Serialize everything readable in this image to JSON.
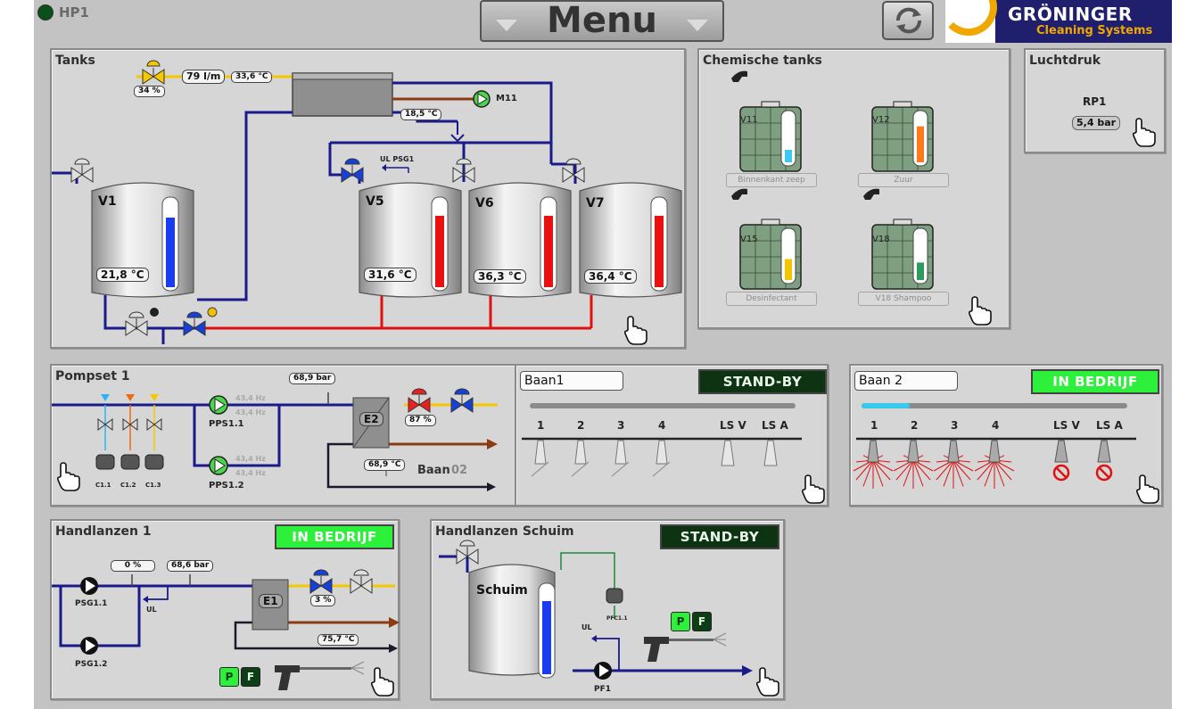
{
  "header": {
    "station": "HP1",
    "menu_label": "Menu",
    "brand_name": "GRÖNINGER",
    "brand_sub": "Cleaning Systems",
    "colors": {
      "menu_bg": "#a9a9a9",
      "brand_bg": "#1f1f6e",
      "brand_sub": "#f0a800",
      "status_led": "#0b4f1a"
    }
  },
  "tanks": {
    "title": "Tanks",
    "flow": "79 l/m",
    "inlet_temp": "33,6 °C",
    "valve_open": "34 %",
    "heat_temp": "18,5 °C",
    "pump_m11": "M11",
    "ul_label": "UL PSG1",
    "v1": {
      "name": "V1",
      "temp": "21,8 °C",
      "level": 0.8
    },
    "v5": {
      "name": "V5",
      "temp": "31,6 °C",
      "level": 0.78
    },
    "v6": {
      "name": "V6",
      "temp": "36,3 °C",
      "level": 0.78
    },
    "v7": {
      "name": "V7",
      "temp": "36,4 °C",
      "level": 0.78
    }
  },
  "chem": {
    "title": "Chemische tanks",
    "tanks": [
      {
        "id": "V11",
        "label": "Binnenkant zeep",
        "level": 0.25,
        "color": "#3ec9f2"
      },
      {
        "id": "V12",
        "label": "Zuur",
        "level": 0.72,
        "color": "#ff7a1a"
      },
      {
        "id": "V15",
        "label": "Desinfectant",
        "level": 0.42,
        "color": "#f5c400"
      },
      {
        "id": "V18",
        "label": "V18 Shampoo",
        "level": 0.35,
        "color": "#2f9a5f"
      }
    ]
  },
  "lucht": {
    "title": "Luchtdruk",
    "name": "RP1",
    "value": "5,4 bar"
  },
  "pompset": {
    "title": "Pompset 1",
    "pressure": "68,9 bar",
    "hz1": "43,4 Hz",
    "hz2": "43,4 Hz",
    "hz3": "43,4 Hz",
    "hz4": "43,4 Hz",
    "pump1": "PPS1.1",
    "pump2": "PPS1.2",
    "exchanger": "E2",
    "valve_open": "87 %",
    "temp": "68,9 °C",
    "baan_label": "Baan",
    "baan_num": "02",
    "chem_valves": [
      "C1.1",
      "C1.2",
      "C1.3"
    ]
  },
  "baan1": {
    "name": "Baan1",
    "status": "STAND-BY",
    "progress": 0.0,
    "nozzles": [
      "1",
      "2",
      "3",
      "4",
      "LS V",
      "LS A"
    ]
  },
  "baan2": {
    "name": "Baan 2",
    "status": "IN BEDRIJF",
    "progress": 0.18,
    "nozzles": [
      "1",
      "2",
      "3",
      "4",
      "LS V",
      "LS A"
    ]
  },
  "hand1": {
    "title": "Handlanzen 1",
    "status": "IN BEDRIJF",
    "valve_pct": "0 %",
    "pressure": "68,6 bar",
    "ul": "UL",
    "pump1": "PSG1.1",
    "pump2": "PSG1.2",
    "exchanger": "E1",
    "valve_open": "3 %",
    "temp": "75,7 °C",
    "p": "P",
    "f": "F"
  },
  "schuim": {
    "title": "Handlanzen Schuim",
    "status": "STAND-BY",
    "tank": "Schuim",
    "level": 0.82,
    "pf_valve": "PFC1.1",
    "ul": "UL",
    "pump": "PF1",
    "p": "P",
    "f": "F"
  }
}
